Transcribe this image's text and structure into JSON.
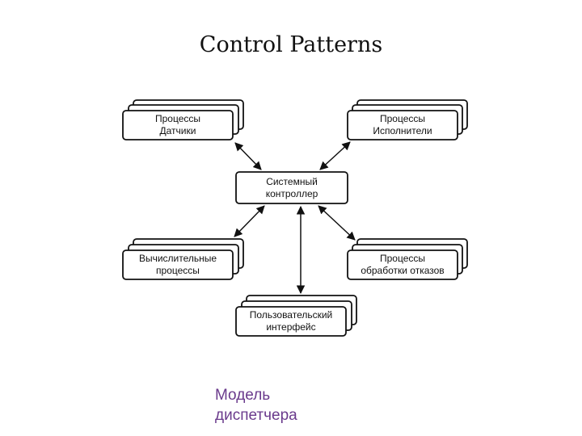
{
  "title": "Control Patterns",
  "nodes": {
    "sensors": "Процессы\nДатчики",
    "actuators": "Процессы\nИсполнители",
    "controller": "Системный\nконтроллер",
    "computation": "Вычислительные\nпроцессы",
    "fault": "Процессы\nобработки отказов",
    "ui": "Пользовательский\nинтерфейс"
  },
  "caption": "Модель\nдиспетчера"
}
